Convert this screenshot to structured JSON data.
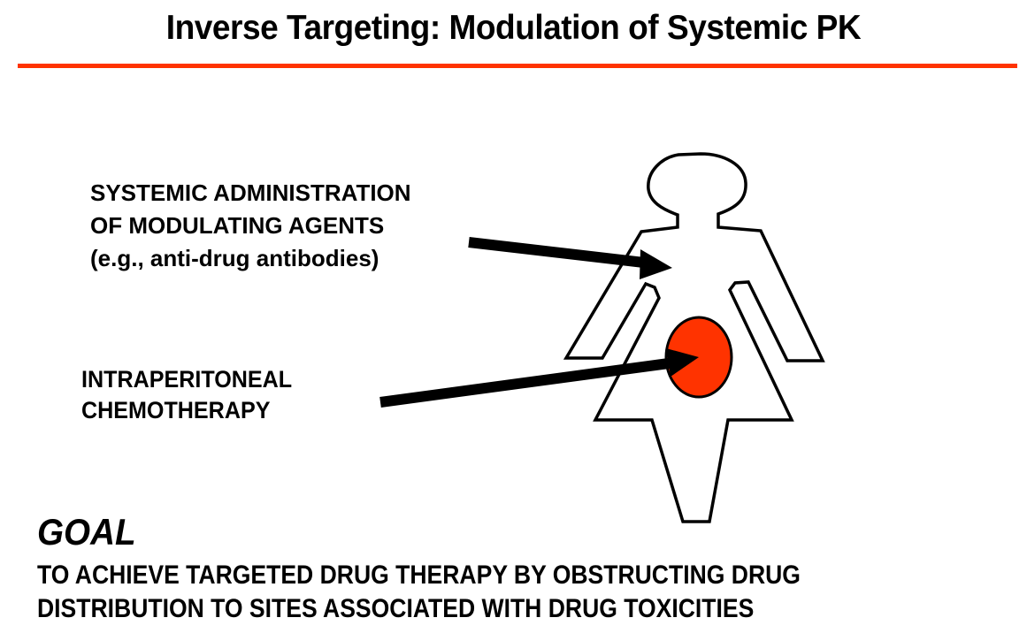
{
  "title": "Inverse Targeting: Modulation of Systemic PK",
  "accent_color": "#ff3300",
  "labels": {
    "systemic": {
      "line1": "SYSTEMIC ADMINISTRATION",
      "line2": "OF MODULATING AGENTS",
      "line3": "(e.g., anti-drug antibodies)"
    },
    "intraperitoneal": {
      "line1": "INTRAPERITONEAL",
      "line2": "CHEMOTHERAPY"
    }
  },
  "figure": {
    "body_outline": "female-figure",
    "target_region": "peritoneal-cavity",
    "target_color": "#ff3300"
  },
  "goal": {
    "heading": "GOAL",
    "line1": "TO ACHIEVE TARGETED DRUG THERAPY BY OBSTRUCTING DRUG",
    "line2": "DISTRIBUTION TO SITES ASSOCIATED WITH DRUG TOXICITIES"
  }
}
